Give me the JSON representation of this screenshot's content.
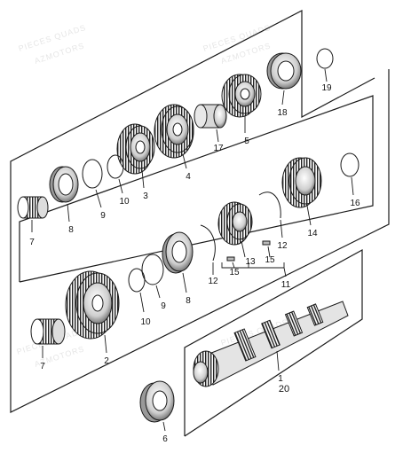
{
  "watermark": {
    "line1": "PIECES QUADS",
    "line2": "AZMOTORS"
  },
  "callouts": [
    {
      "id": "c1",
      "text": "1"
    },
    {
      "id": "c2",
      "text": "2"
    },
    {
      "id": "c3",
      "text": "3"
    },
    {
      "id": "c4",
      "text": "4"
    },
    {
      "id": "c5",
      "text": "5"
    },
    {
      "id": "c6",
      "text": "6"
    },
    {
      "id": "c7a",
      "text": "7"
    },
    {
      "id": "c7b",
      "text": "7"
    },
    {
      "id": "c8a",
      "text": "8"
    },
    {
      "id": "c8b",
      "text": "8"
    },
    {
      "id": "c9a",
      "text": "9"
    },
    {
      "id": "c9b",
      "text": "9"
    },
    {
      "id": "c10a",
      "text": "10"
    },
    {
      "id": "c10b",
      "text": "10"
    },
    {
      "id": "c11",
      "text": "11"
    },
    {
      "id": "c12a",
      "text": "12"
    },
    {
      "id": "c12b",
      "text": "12"
    },
    {
      "id": "c13",
      "text": "13"
    },
    {
      "id": "c14",
      "text": "14"
    },
    {
      "id": "c15a",
      "text": "15"
    },
    {
      "id": "c15b",
      "text": "15"
    },
    {
      "id": "c16",
      "text": "16"
    },
    {
      "id": "c17",
      "text": "17"
    },
    {
      "id": "c18",
      "text": "18"
    },
    {
      "id": "c19",
      "text": "19"
    },
    {
      "id": "c20",
      "text": "20"
    }
  ]
}
